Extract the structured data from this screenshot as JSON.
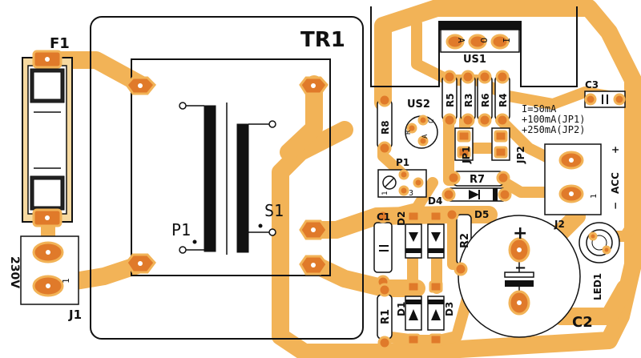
{
  "colors": {
    "background": "#ffffff",
    "trace": "#f2b357",
    "pad": "#e07a2a",
    "outline": "#111111"
  },
  "labels": {
    "f1": "F1",
    "tr1": "TR1",
    "p1": "P1",
    "s1": "S1",
    "j1": "J1",
    "mains": "230V",
    "j1_pin1": "1",
    "us1": "US1",
    "us1_pins": [
      "A",
      "O",
      "I"
    ],
    "us2": "US2",
    "us2_pins": [
      "R",
      "A",
      "C"
    ],
    "r1": "R1",
    "r2": "R2",
    "r3": "R3",
    "r4": "R4",
    "r5": "R5",
    "r6": "R6",
    "r7": "R7",
    "r8": "R8",
    "c1": "C1",
    "c2": "C2",
    "c3": "C3",
    "d1": "D1",
    "d2": "D2",
    "d3": "D3",
    "d4": "D4",
    "d5": "D5",
    "jp1": "JP1",
    "jp2": "JP2",
    "j2": "J2",
    "acc": "ACC",
    "j2_pin1": "1",
    "led1": "LED1",
    "p1_pot": "P1",
    "p1_pin1": "1",
    "p1_pin3": "3",
    "plus": "+",
    "minus": "−",
    "current_lines": [
      "I=50mA",
      "+100mA(JP1)",
      "+250mA(JP2)"
    ]
  }
}
